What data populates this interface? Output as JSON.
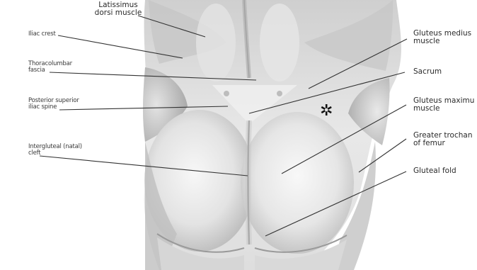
{
  "labels": {
    "latissimus": "Latissimus\ndorsi muscle",
    "iliac_crest": "Iliac crest",
    "thoracolumbar": "Thoracolumbar\nfascia",
    "psis": "Posterior superior\niliac spine",
    "intergluteal": "Intergluteal (natal)\ncleft",
    "gluteus_medius": "Gluteus medius\nmuscle",
    "sacrum": "Sacrum",
    "gluteus_maximus": "Gluteus maximu\nmuscle",
    "greater_trochanter": "Greater trochan\nof femur",
    "gluteal_fold": "Gluteal fold"
  },
  "marker": "✲",
  "colors": {
    "background": "#ffffff",
    "skin_light": "#f4f4f4",
    "skin_mid": "#d9d9d9",
    "skin_shadow": "#a8a8a8",
    "leader_line": "#333333"
  }
}
